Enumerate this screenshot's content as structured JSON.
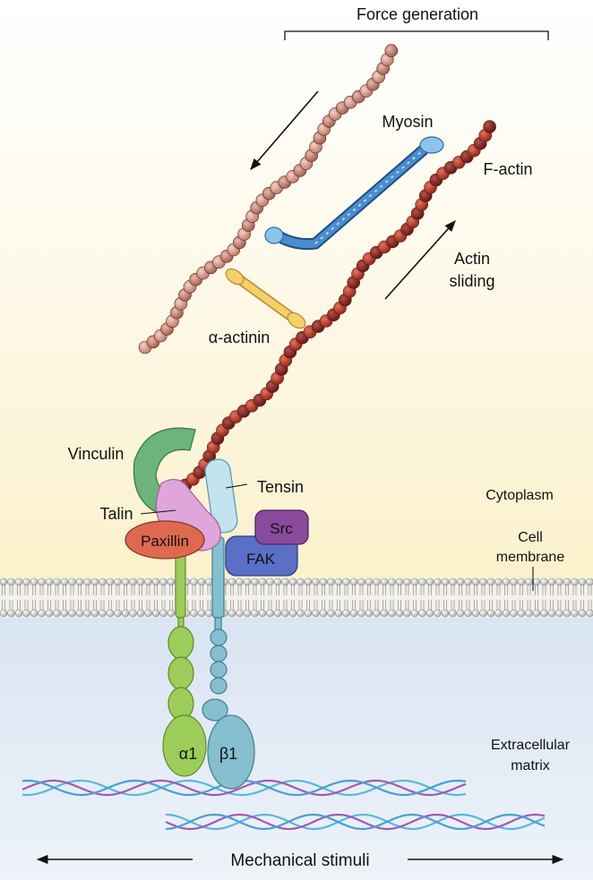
{
  "labels": {
    "force_generation": "Force generation",
    "myosin": "Myosin",
    "f_actin": "F-actin",
    "actin_sliding_line1": "Actin",
    "actin_sliding_line2": "sliding",
    "alpha_actinin": "α-actinin",
    "vinculin": "Vinculin",
    "tensin": "Tensin",
    "talin": "Talin",
    "paxillin": "Paxillin",
    "src": "Src",
    "fak": "FAK",
    "cytoplasm": "Cytoplasm",
    "cell_membrane_line1": "Cell",
    "cell_membrane_line2": "membrane",
    "extracellular_line1": "Extracellular",
    "extracellular_line2": "matrix",
    "alpha1": "α1",
    "beta1": "β1",
    "mechanical_stimuli": "Mechanical stimuli"
  },
  "colors": {
    "cytoplasm_top": "#ffffff",
    "cytoplasm_bottom": "#fbf2cf",
    "extracellular": "#dfe8f3",
    "actin_light": "#d9988a",
    "actin_dark": "#9a2e22",
    "myosin": "#3f7fc0",
    "alpha_actinin": "#f2c65a",
    "vinculin": "#6db47c",
    "talin": "#dca8d8",
    "paxillin": "#dd6a50",
    "tensin": "#bfe1ec",
    "src": "#8a4a9e",
    "fak": "#5a6fc6",
    "integrin_alpha": "#9ccc5a",
    "integrin_beta": "#86bfd0",
    "collagen_blue": "#5ab7dd",
    "collagen_purple": "#a05ab0"
  }
}
